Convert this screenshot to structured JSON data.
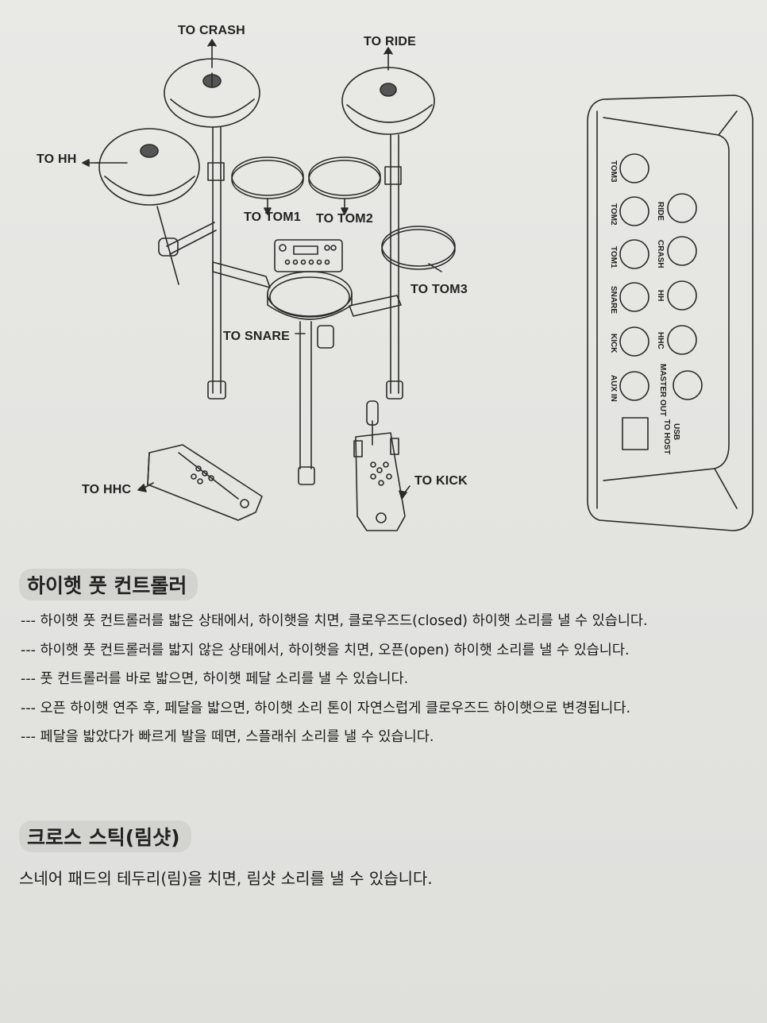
{
  "diagram": {
    "labels": {
      "to_crash": "TO CRASH",
      "to_ride": "TO RIDE",
      "to_hh": "TO HH",
      "to_tom1": "TO TOM1",
      "to_tom2": "TO TOM2",
      "to_tom3": "TO TOM3",
      "to_snare": "TO SNARE",
      "to_hhc": "TO HHC",
      "to_kick": "TO KICK"
    },
    "panel": {
      "left_jacks": [
        "TOM3",
        "TOM2",
        "TOM1",
        "SNARE",
        "KICK",
        "AUX IN"
      ],
      "right_jacks": [
        "RIDE",
        "CRASH",
        "HH",
        "HHC",
        "MASTER OUT"
      ],
      "usb_line1": "USB",
      "usb_line2": "TO HOST"
    }
  },
  "section1": {
    "title": "하이햇 풋 컨트롤러",
    "bullets": [
      "--- 하이햇 풋 컨트롤러를 밟은 상태에서, 하이햇을 치면, 클로우즈드(closed) 하이햇 소리를 낼 수 있습니다.",
      "--- 하이햇 풋 컨트롤러를 밟지 않은 상태에서, 하이햇을 치면, 오픈(open) 하이햇 소리를 낼 수 있습니다.",
      "--- 풋 컨트롤러를 바로 밟으면, 하이햇 페달 소리를 낼 수 있습니다.",
      "--- 오픈 하이햇 연주 후, 페달을 밟으면, 하이햇 소리 톤이 자연스럽게 클로우즈드 하이햇으로 변경됩니다.",
      "--- 페달을 밟았다가 빠르게 발을 떼면, 스플래쉬 소리를 낼 수 있습니다."
    ]
  },
  "section2": {
    "title": "크로스 스틱(림샷)",
    "text": "스네어 패드의 테두리(림)을 치면, 림샷 소리를 낼 수 있습니다."
  }
}
